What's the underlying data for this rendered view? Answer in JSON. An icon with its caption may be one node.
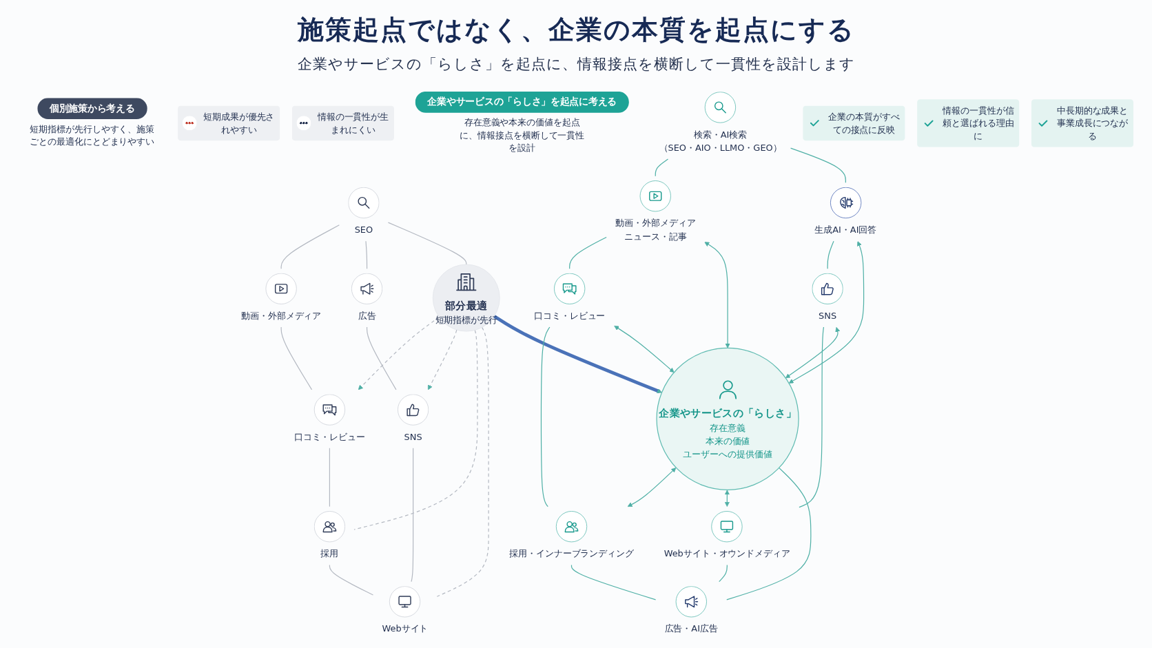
{
  "diagram": {
    "title": "施策起点ではなく、企業の本質を起点にする",
    "nodes": [
      {
        "text": [
          "個別施策から考える"
        ],
        "beside": [
          "短期指標が先行しやすく、施策ごとの最適化にとどまりやすい"
        ]
      },
      {
        "text": [
          "SEO"
        ]
      },
      {
        "text": [
          "動画・外部メディア"
        ]
      },
      {
        "text": [
          "広告"
        ]
      },
      {
        "text": [
          "部分最適",
          "短期指標が先行"
        ]
      },
      {
        "text": [
          "口コミ・レビュー"
        ]
      },
      {
        "text": [
          "SNS"
        ]
      },
      {
        "text": [
          "採用"
        ]
      },
      {
        "text": [
          "Webサイト"
        ]
      },
      {
        "text": [
          "短期成果が優先されやすい"
        ]
      },
      {
        "text": [
          "情報の一貫性が生まれにくい"
        ]
      },
      {
        "text": [
          "企業やサービスの「らしさ」を起点に考える"
        ],
        "beside": [
          "存在意義や本来の価値を起点に、情報接点を横断して一貫性を設計"
        ]
      },
      {
        "text": [
          "検索・AI検索",
          "（SEO・AIO・LLMO・GEO）"
        ]
      },
      {
        "text": [
          "動画・外部メディア",
          "ニュース・記事"
        ]
      },
      {
        "text": [
          "生成AI・AI回答"
        ]
      },
      {
        "text": [
          "企業やサービスの「らしさ」",
          "存在意義",
          "本来の価値",
          "ユーザーへの提供価値"
        ]
      },
      {
        "text": [
          "口コミ・レビュー"
        ]
      },
      {
        "text": [
          "SNS"
        ]
      },
      {
        "text": [
          "採用・インナーブランディング"
        ]
      },
      {
        "text": [
          "Webサイト・オウンドメディア"
        ]
      },
      {
        "text": [
          "広告・AI広告"
        ]
      },
      {
        "text": [
          "企業の本質がすべての接点に反映"
        ]
      },
      {
        "text": [
          "情報の一貫性が信頼と選ばれる理由に"
        ]
      },
      {
        "text": [
          "中長期的な成果と事業成長につながる"
        ]
      }
    ],
    "edges": [
      {
        "from": 1,
        "to": 2,
        "arrow": "none",
        "color": "#b4b9c2"
      },
      {
        "from": 1,
        "to": 3,
        "arrow": "none",
        "color": "#b4b9c2"
      },
      {
        "from": 2,
        "to": 5,
        "arrow": "none",
        "color": "#b4b9c2"
      },
      {
        "from": 3,
        "to": 6,
        "arrow": "none",
        "color": "#b4b9c2"
      },
      {
        "from": 5,
        "to": 7,
        "arrow": "none",
        "color": "#b4b9c2"
      },
      {
        "from": 6,
        "to": 8,
        "arrow": "none",
        "color": "#b4b9c2"
      },
      {
        "from": 7,
        "to": 8,
        "arrow": "none",
        "color": "#b4b9c2"
      },
      {
        "from": 1,
        "to": 4,
        "arrow": "none",
        "color": "#b4b9c2"
      },
      {
        "from": 4,
        "to": 5,
        "arrow": "to",
        "style": "dashed",
        "color": "#b4b9c2"
      },
      {
        "from": 4,
        "to": 6,
        "arrow": "to",
        "style": "dashed",
        "color": "#b4b9c2"
      },
      {
        "from": 4,
        "to": 7,
        "arrow": "none",
        "style": "dashed",
        "color": "#b4b9c2"
      },
      {
        "from": 4,
        "to": 8,
        "arrow": "none",
        "style": "dashed",
        "color": "#b4b9c2"
      },
      {
        "from": 4,
        "to": 15,
        "arrow": "to",
        "style": "thick",
        "color": "#4a72b8"
      },
      {
        "from": 12,
        "to": 13,
        "arrow": "none"
      },
      {
        "from": 12,
        "to": 14,
        "arrow": "none"
      },
      {
        "from": 13,
        "to": 16,
        "arrow": "none"
      },
      {
        "from": 14,
        "to": 17,
        "arrow": "none"
      },
      {
        "from": 16,
        "to": 18,
        "arrow": "none"
      },
      {
        "from": 17,
        "to": 19,
        "arrow": "none"
      },
      {
        "from": 18,
        "to": 20,
        "arrow": "none"
      },
      {
        "from": 19,
        "to": 20,
        "arrow": "none"
      },
      {
        "from": 13,
        "to": 15,
        "arrow": "both"
      },
      {
        "from": 14,
        "to": 15,
        "arrow": "both"
      },
      {
        "from": 16,
        "to": 15,
        "arrow": "both"
      },
      {
        "from": 17,
        "to": 15,
        "arrow": "both"
      },
      {
        "from": 15,
        "to": 18,
        "arrow": "both"
      },
      {
        "from": 15,
        "to": 19,
        "arrow": "both"
      },
      {
        "from": 15,
        "to": 20,
        "arrow": "none"
      }
    ],
    "labels": [
      "企業やサービスの「らしさ」を起点に、情報接点を横断して一貫性を設計します"
    ]
  }
}
